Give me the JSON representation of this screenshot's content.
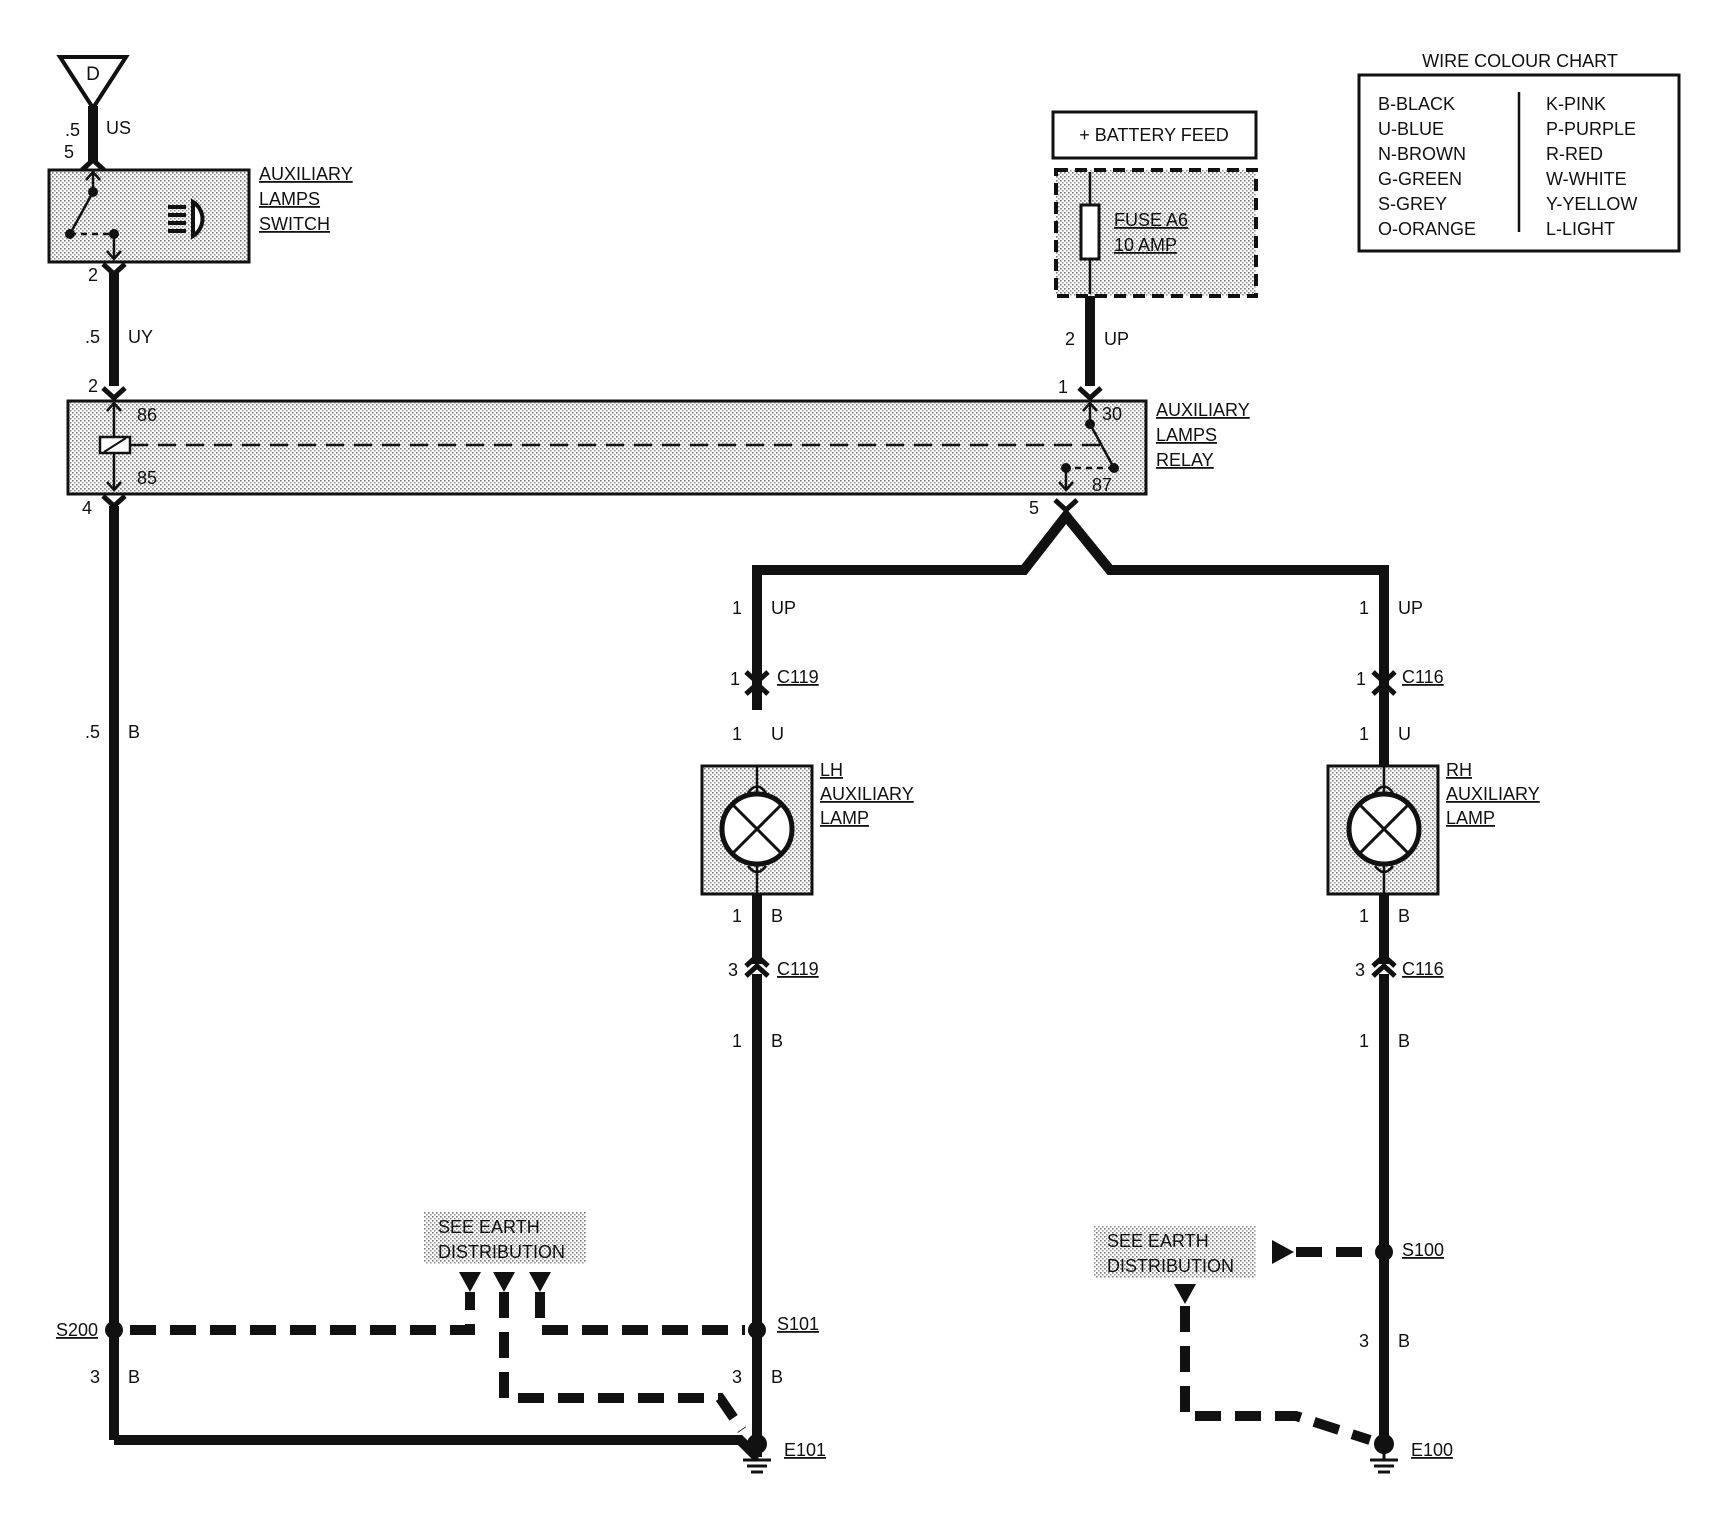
{
  "wire_colour_chart": {
    "title": "WIRE COLOUR CHART",
    "left": [
      "B-BLACK",
      "U-BLUE",
      "N-BROWN",
      "G-GREEN",
      "S-GREY",
      "O-ORANGE"
    ],
    "right": [
      "K-PINK",
      "P-PURPLE",
      "R-RED",
      "W-WHITE",
      "Y-YELLOW",
      "L-LIGHT"
    ]
  },
  "source": {
    "symbol": "D",
    "wire_size": ".5",
    "wire_colour": "US",
    "pin": "5"
  },
  "switch": {
    "label_lines": [
      "AUXILIARY",
      "LAMPS",
      "SWITCH"
    ],
    "pin_out": "2"
  },
  "switch_to_relay_wire": {
    "size": ".5",
    "colour": "UY",
    "pin_relay": "2"
  },
  "battery_feed": {
    "label": "+ BATTERY FEED",
    "fuse_lines": [
      "FUSE A6",
      "10 AMP"
    ],
    "pin_out": "2",
    "wire_colour": "UP",
    "pin_relay": "1"
  },
  "relay": {
    "label_lines": [
      "AUXILIARY",
      "LAMPS",
      "RELAY"
    ],
    "terminals": {
      "t86": "86",
      "t85": "85",
      "t30": "30",
      "t87": "87"
    },
    "pin_left_bottom": "4",
    "pin_right_bottom": "5"
  },
  "left_earth_wire": {
    "size": ".5",
    "colour": "B"
  },
  "lh_branch": {
    "wire1_size": "1",
    "wire1_colour": "UP",
    "connector_top": {
      "pin": "1",
      "name": "C119"
    },
    "wire2_size": "1",
    "wire2_colour": "U",
    "lamp_label_lines": [
      "LH",
      "AUXILIARY",
      "LAMP"
    ],
    "wire3_size": "1",
    "wire3_colour": "B",
    "connector_bottom": {
      "pin": "3",
      "name": "C119"
    },
    "wire4_size": "1",
    "wire4_colour": "B",
    "splice": "S101",
    "wire5_size": "3",
    "wire5_colour": "B",
    "earth": "E101"
  },
  "rh_branch": {
    "wire1_size": "1",
    "wire1_colour": "UP",
    "connector_top": {
      "pin": "1",
      "name": "C116"
    },
    "wire2_size": "1",
    "wire2_colour": "U",
    "lamp_label_lines": [
      "RH",
      "AUXILIARY",
      "LAMP"
    ],
    "wire3_size": "1",
    "wire3_colour": "B",
    "connector_bottom": {
      "pin": "3",
      "name": "C116"
    },
    "wire4_size": "1",
    "wire4_colour": "B",
    "splice": "S100",
    "wire5_size": "3",
    "wire5_colour": "B",
    "earth": "E100"
  },
  "left_splice": {
    "name": "S200",
    "wire_size": "3",
    "wire_colour": "B"
  },
  "earth_note_left": [
    "SEE EARTH",
    "DISTRIBUTION"
  ],
  "earth_note_right": [
    "SEE EARTH",
    "DISTRIBUTION"
  ]
}
